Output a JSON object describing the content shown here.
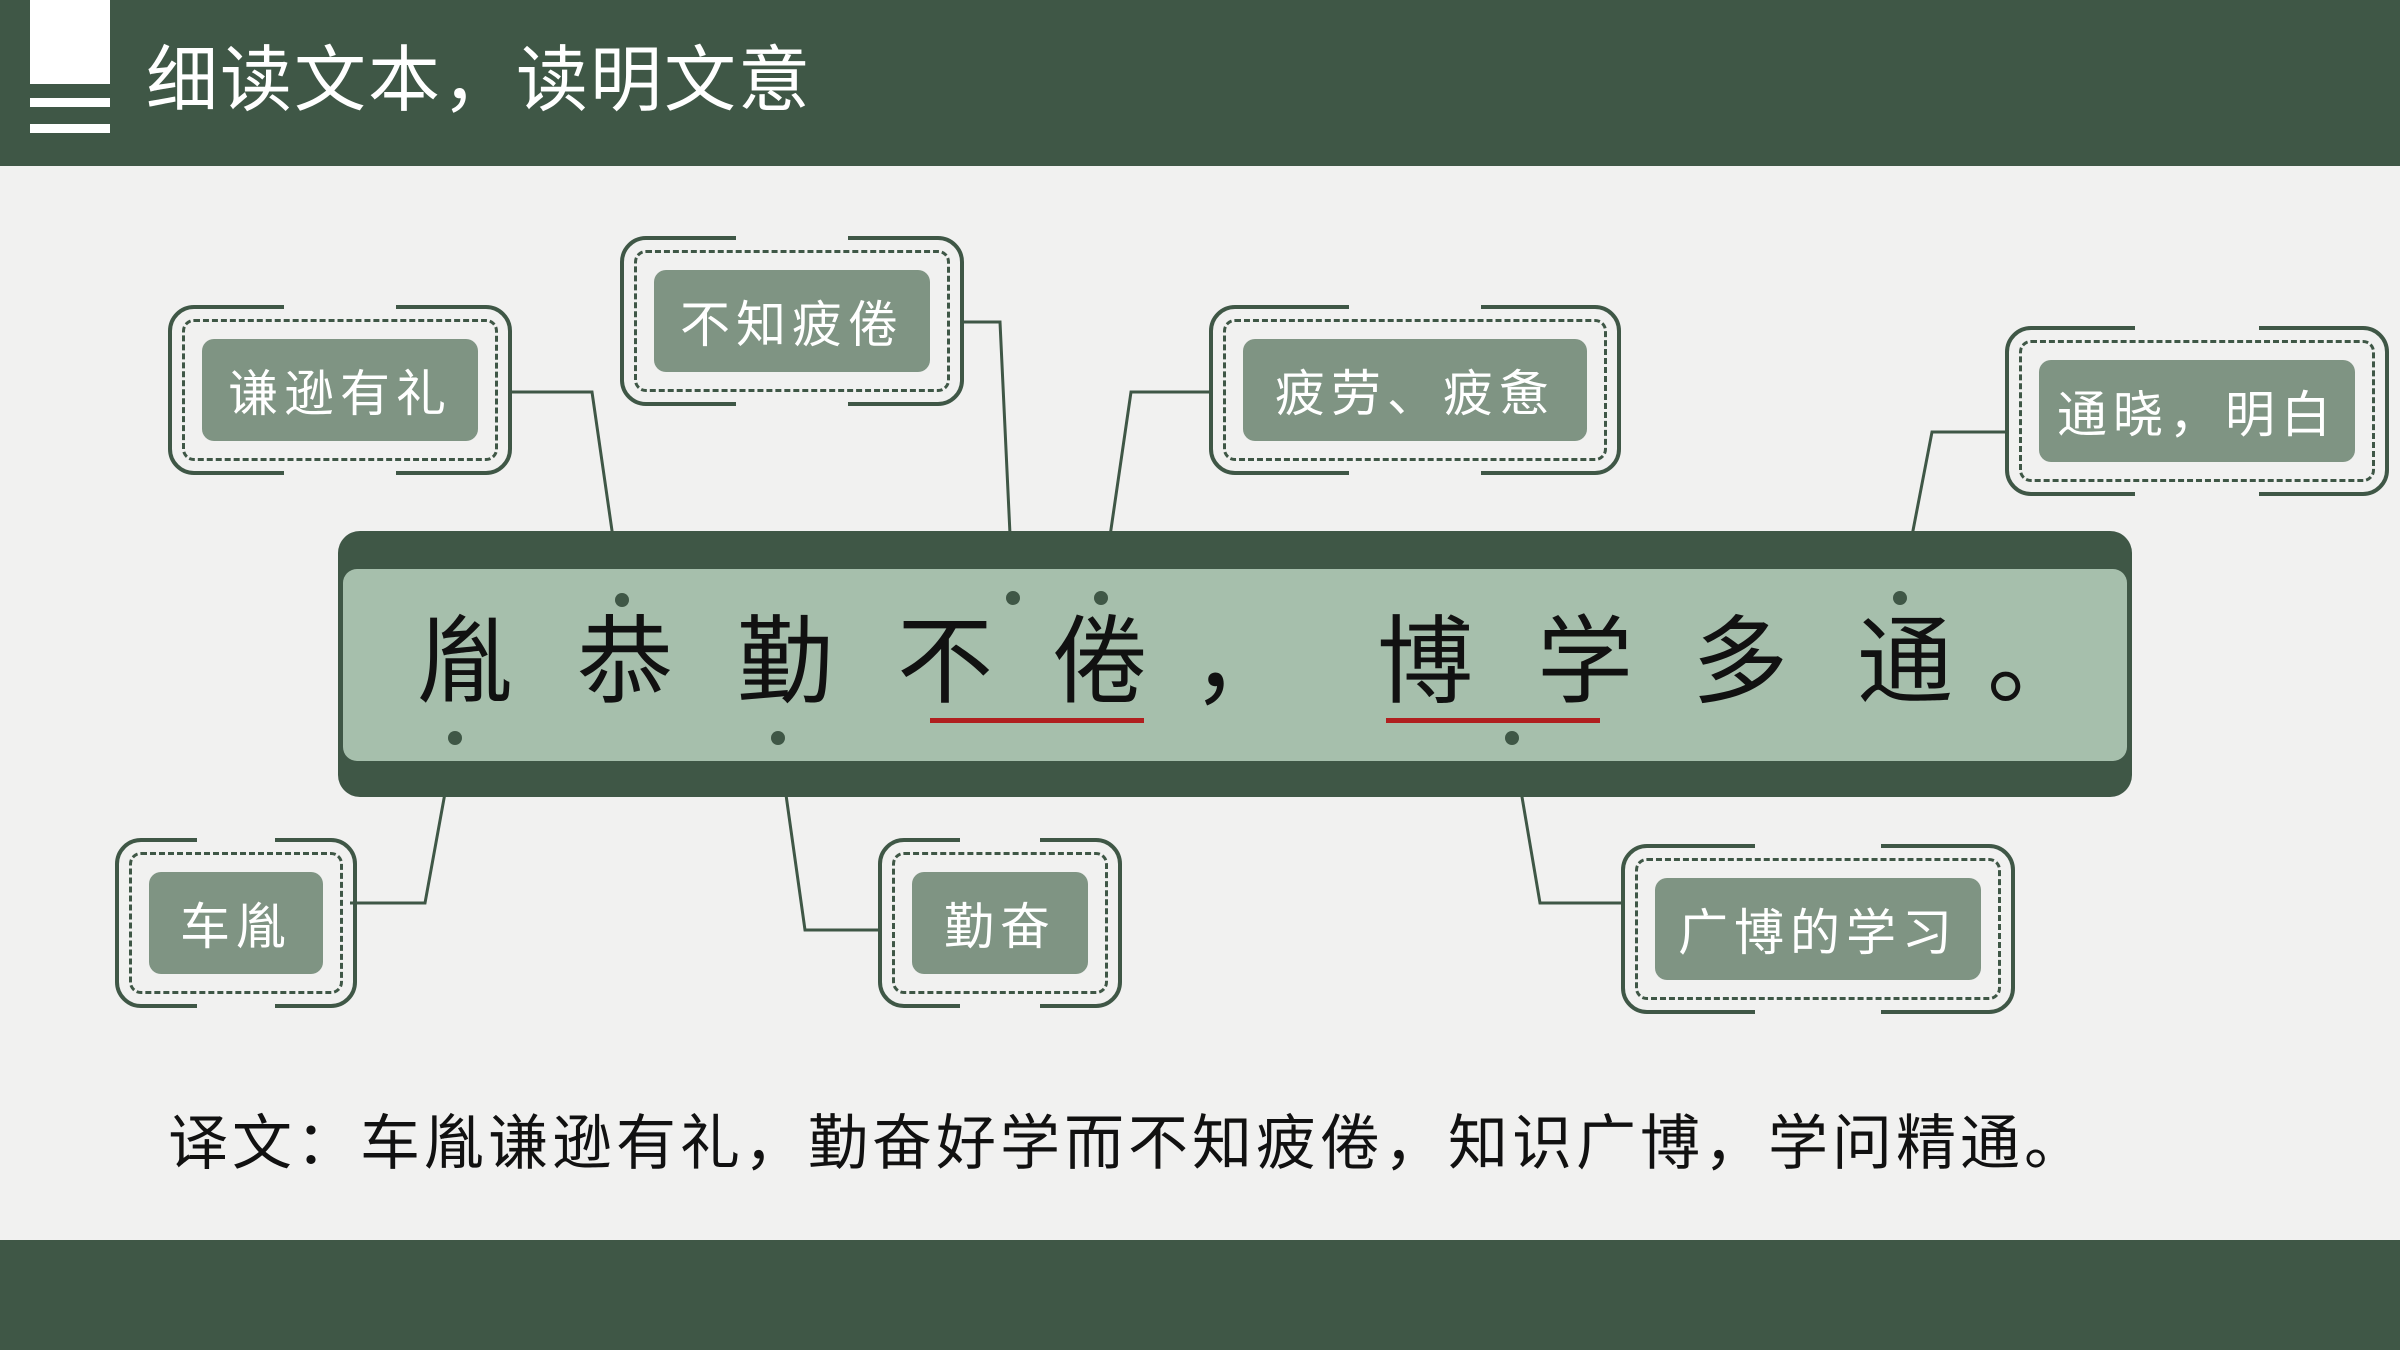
{
  "page": {
    "title": "细读文本，读明文意"
  },
  "sentence": {
    "chars": [
      "胤",
      "恭",
      "勤",
      "不",
      "倦",
      "，",
      "博",
      "学",
      "多",
      "通",
      "。"
    ]
  },
  "glosses": {
    "qianxun": "谦逊有礼",
    "bujipijuan": "不知疲倦",
    "pilao": "疲劳、疲惫",
    "tongxiao": "通晓，明白",
    "chayin": "车胤",
    "qinfen": "勤奋",
    "guangbo": "广博的学习"
  },
  "translation": "译文：车胤谦逊有礼，勤奋好学而不知疲倦，知识广博，学问精通。",
  "colors": {
    "dark_green": "#3f5746",
    "bar_green": "#a6bfac",
    "card_green": "#7f9483",
    "underline_red": "#b01f1f",
    "background": "#f1f1f0"
  }
}
